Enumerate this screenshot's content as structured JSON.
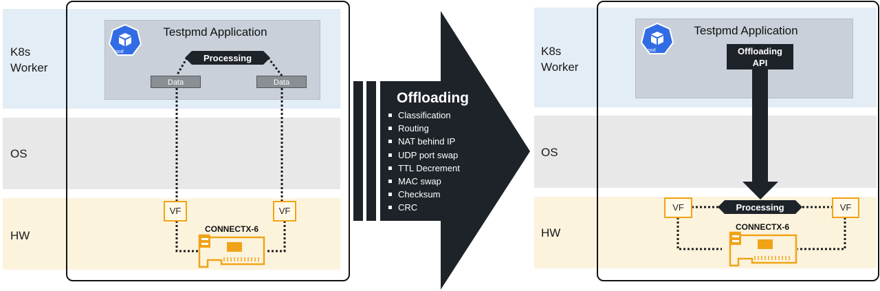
{
  "left": {
    "rows": {
      "k8s": "K8s\nWorker",
      "os": "OS",
      "hw": "HW"
    },
    "app_title": "Testpmd Application",
    "pod_label": "pod",
    "processing": "Processing",
    "data_left": "Data",
    "data_right": "Data",
    "vf_left": "VF",
    "vf_right": "VF",
    "nic": "CONNECTX-6"
  },
  "offloading": {
    "title": "Offloading",
    "items": [
      "Classification",
      "Routing",
      "NAT behind IP",
      "UDP port swap",
      "TTL Decrement",
      "MAC swap",
      "Checksum",
      "CRC"
    ]
  },
  "right": {
    "rows": {
      "k8s": "K8s\nWorker",
      "os": "OS",
      "hw": "HW"
    },
    "app_title": "Testpmd Application",
    "pod_label": "pod",
    "api": "Offloading\nAPI",
    "processing": "Processing",
    "vf_left": "VF",
    "vf_right": "VF",
    "nic": "CONNECTX-6"
  },
  "colors": {
    "k8s_band": "#e3edf6",
    "os_band": "#e8e8e8",
    "hw_band": "#fcf3dd",
    "dark": "#1e232a",
    "accent_orange": "#f0a317",
    "k8s_blue": "#326ce5"
  }
}
